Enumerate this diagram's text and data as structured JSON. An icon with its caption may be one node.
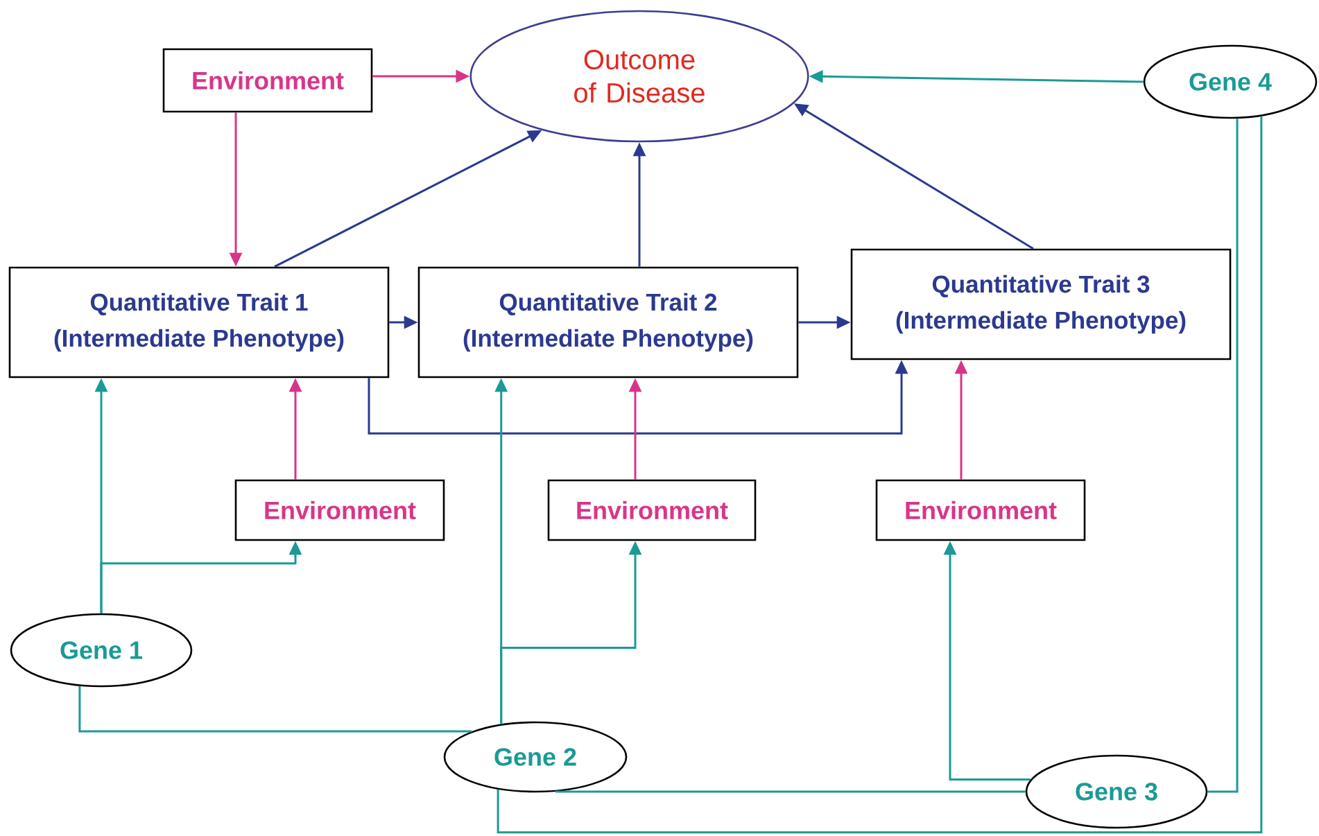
{
  "diagram": {
    "nodes": [
      {
        "text": [
          "Outcome of Disease"
        ]
      },
      {
        "text": [
          "Environment"
        ]
      },
      {
        "text": [
          "Gene 4"
        ]
      },
      {
        "text": [
          "Quantitative Trait 1",
          "(Intermediate Phenotype)"
        ]
      },
      {
        "text": [
          "Quantitative Trait 2",
          "(Intermediate Phenotype)"
        ]
      },
      {
        "text": [
          "Quantitative Trait 3",
          "(Intermediate Phenotype)"
        ]
      },
      {
        "text": [
          "Environment"
        ]
      },
      {
        "text": [
          "Environment"
        ]
      },
      {
        "text": [
          "Environment"
        ]
      },
      {
        "text": [
          "Gene 1"
        ]
      },
      {
        "text": [
          "Gene 2"
        ]
      },
      {
        "text": [
          "Gene 3"
        ]
      }
    ],
    "edges": [
      {
        "from": 1,
        "to": 0,
        "arrow": "to",
        "color": "#d8358a"
      },
      {
        "from": 1,
        "to": 3,
        "arrow": "to",
        "color": "#d8358a"
      },
      {
        "from": 2,
        "to": 0,
        "arrow": "to",
        "color": "#1a9a96"
      },
      {
        "from": 3,
        "to": 0,
        "arrow": "to",
        "color": "#2b3990"
      },
      {
        "from": 4,
        "to": 0,
        "arrow": "to",
        "color": "#2b3990"
      },
      {
        "from": 5,
        "to": 0,
        "arrow": "to",
        "color": "#2b3990"
      },
      {
        "from": 3,
        "to": 4,
        "arrow": "to",
        "color": "#2b3990"
      },
      {
        "from": 4,
        "to": 5,
        "arrow": "to",
        "color": "#2b3990"
      },
      {
        "from": 3,
        "to": 5,
        "arrow": "to",
        "color": "#2b3990"
      },
      {
        "from": 6,
        "to": 3,
        "arrow": "to",
        "color": "#d8358a"
      },
      {
        "from": 7,
        "to": 4,
        "arrow": "to",
        "color": "#d8358a"
      },
      {
        "from": 8,
        "to": 5,
        "arrow": "to",
        "color": "#d8358a"
      },
      {
        "from": 9,
        "to": 3,
        "arrow": "to",
        "color": "#1a9a96"
      },
      {
        "from": 9,
        "to": 6,
        "arrow": "to",
        "color": "#1a9a96"
      },
      {
        "from": 10,
        "to": 4,
        "arrow": "to",
        "color": "#1a9a96"
      },
      {
        "from": 10,
        "to": 7,
        "arrow": "to",
        "color": "#1a9a96"
      },
      {
        "from": 9,
        "to": 10,
        "arrow": "none",
        "color": "#1a9a96"
      },
      {
        "from": 11,
        "to": 8,
        "arrow": "to",
        "color": "#1a9a96"
      },
      {
        "from": 10,
        "to": 11,
        "arrow": "none",
        "color": "#1a9a96"
      },
      {
        "from": 11,
        "to": 2,
        "arrow": "none",
        "color": "#1a9a96"
      },
      {
        "from": 10,
        "to": 2,
        "arrow": "none",
        "color": "#1a9a96"
      }
    ]
  }
}
